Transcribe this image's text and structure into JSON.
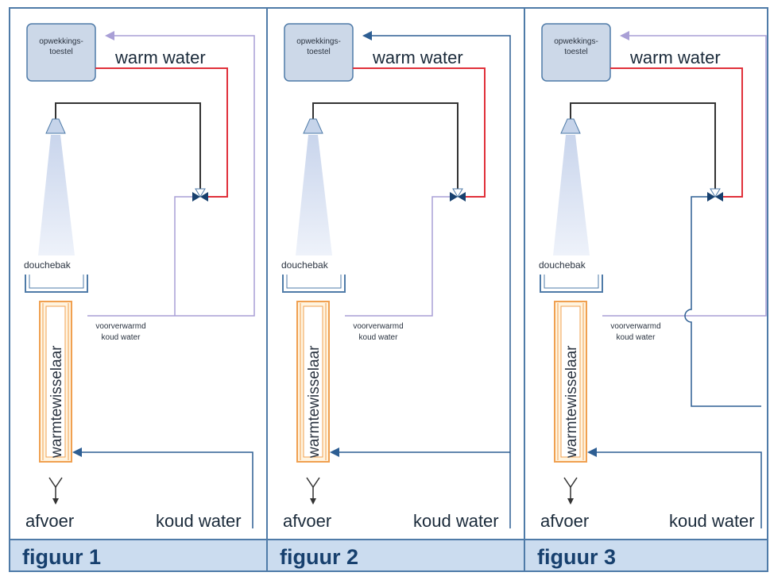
{
  "colors": {
    "frame": "#4f7ba8",
    "warm": "#e0303a",
    "cold": "#2d5e93",
    "preheated": "#a99fd6",
    "mixed": "#333333",
    "footer": "#cbdcef",
    "box": "#ccd8e8",
    "hx_orange": "#f0a050",
    "hx_fill": "#fff4e0"
  },
  "figures": [
    {
      "heater_label_line1": "opwekkings-",
      "heater_label_line2": "toestel",
      "warm_label": "warm water",
      "tray_label": "douchebak",
      "hx_label": "warmtewisselaar",
      "preheated_line1": "voorverwarmd",
      "preheated_line2": "koud water",
      "drain_label": "afvoer",
      "cold_label": "koud water",
      "caption": "figuur 1"
    },
    {
      "heater_label_line1": "opwekkings-",
      "heater_label_line2": "toestel",
      "warm_label": "warm water",
      "tray_label": "douchebak",
      "hx_label": "warmtewisselaar",
      "preheated_line1": "voorverwarmd",
      "preheated_line2": "koud water",
      "drain_label": "afvoer",
      "cold_label": "koud water",
      "caption": "figuur 2"
    },
    {
      "heater_label_line1": "opwekkings-",
      "heater_label_line2": "toestel",
      "warm_label": "warm water",
      "tray_label": "douchebak",
      "hx_label": "warmtewisselaar",
      "preheated_line1": "voorverwarmd",
      "preheated_line2": "koud water",
      "drain_label": "afvoer",
      "cold_label": "koud water",
      "caption": "figuur 3"
    }
  ]
}
